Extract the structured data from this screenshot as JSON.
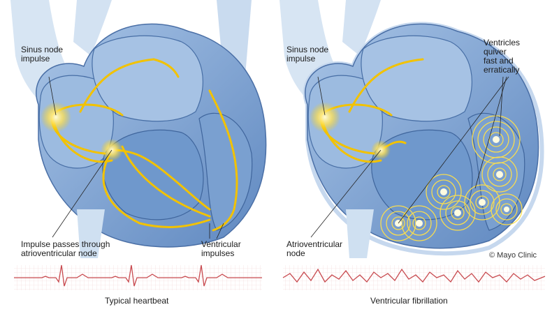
{
  "left_panel": {
    "label_sinus": [
      "Sinus node",
      "impulse"
    ],
    "label_av": [
      "Impulse passes through",
      "atrioventricular node"
    ],
    "label_ventricular": [
      "Ventricular",
      "impulses"
    ],
    "caption": "Typical heartbeat"
  },
  "right_panel": {
    "label_sinus": [
      "Sinus node",
      "impulse"
    ],
    "label_quiver": [
      "Ventricles",
      "quiver",
      "fast and",
      "erratically"
    ],
    "label_av": [
      "Atrioventricular",
      "node"
    ],
    "caption": "Ventricular fibrillation",
    "credit": "© Mayo Clinic"
  },
  "colors": {
    "heart_fill": "#7ea4d2",
    "heart_light": "#b9d0ea",
    "vessel": "#cfe0f1",
    "impulse": "#f2c200",
    "ecg": "#c84a4f"
  },
  "icons": [
    "sparkle-icon"
  ]
}
